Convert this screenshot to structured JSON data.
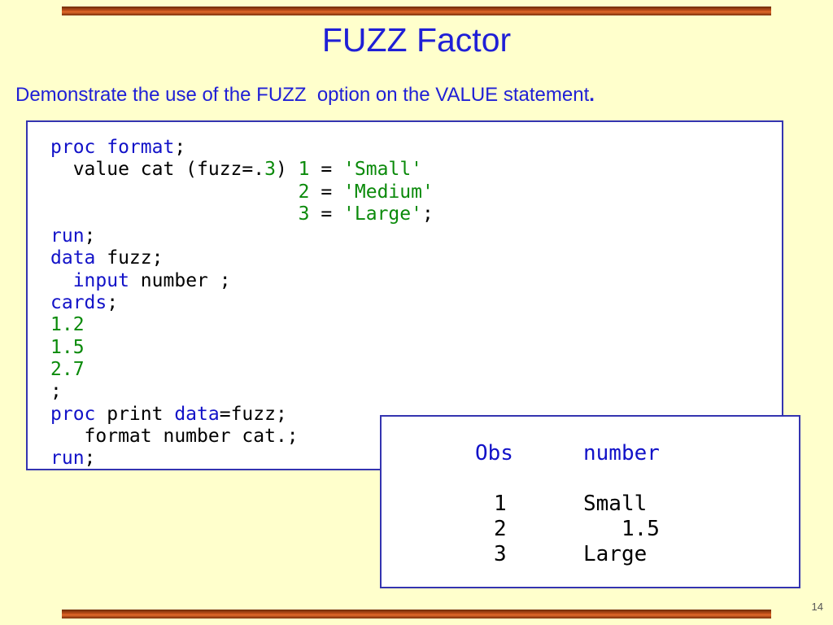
{
  "slide": {
    "title": "FUZZ Factor",
    "subtitle": "Demonstrate the use of the FUZZ  option on the VALUE statement",
    "subtitle_end": ".",
    "page_number": "14"
  },
  "code_lines": [
    [
      {
        "t": "proc format",
        "c": "kw"
      },
      {
        "t": ";",
        "c": "plain"
      }
    ],
    [
      {
        "t": "  value cat (fuzz=.",
        "c": "plain"
      },
      {
        "t": "3",
        "c": "num"
      },
      {
        "t": ") ",
        "c": "plain"
      },
      {
        "t": "1",
        "c": "num"
      },
      {
        "t": " = ",
        "c": "plain"
      },
      {
        "t": "'Small'",
        "c": "str"
      }
    ],
    [
      {
        "t": "                      ",
        "c": "plain"
      },
      {
        "t": "2",
        "c": "num"
      },
      {
        "t": " = ",
        "c": "plain"
      },
      {
        "t": "'Medium'",
        "c": "str"
      }
    ],
    [
      {
        "t": "                      ",
        "c": "plain"
      },
      {
        "t": "3",
        "c": "num"
      },
      {
        "t": " = ",
        "c": "plain"
      },
      {
        "t": "'Large'",
        "c": "str"
      },
      {
        "t": ";",
        "c": "plain"
      }
    ],
    [
      {
        "t": "run",
        "c": "kw"
      },
      {
        "t": ";",
        "c": "plain"
      }
    ],
    [
      {
        "t": "data",
        "c": "kw"
      },
      {
        "t": " fuzz;",
        "c": "plain"
      }
    ],
    [
      {
        "t": "  ",
        "c": "plain"
      },
      {
        "t": "input",
        "c": "kw"
      },
      {
        "t": " number ;",
        "c": "plain"
      }
    ],
    [
      {
        "t": "cards",
        "c": "kw"
      },
      {
        "t": ";",
        "c": "plain"
      }
    ],
    [
      {
        "t": "1.2",
        "c": "num"
      }
    ],
    [
      {
        "t": "1.5",
        "c": "num"
      }
    ],
    [
      {
        "t": "2.7",
        "c": "num"
      }
    ],
    [
      {
        "t": ";",
        "c": "plain"
      }
    ],
    [
      {
        "t": "proc",
        "c": "kw"
      },
      {
        "t": " print ",
        "c": "plain"
      },
      {
        "t": "data",
        "c": "kw"
      },
      {
        "t": "=fuzz;",
        "c": "plain"
      }
    ],
    [
      {
        "t": "   format number cat.;",
        "c": "plain"
      }
    ],
    [
      {
        "t": "run",
        "c": "kw"
      },
      {
        "t": ";",
        "c": "plain"
      }
    ]
  ],
  "output": {
    "headers": {
      "obs": "Obs",
      "number": "number"
    },
    "rows": [
      {
        "obs": "1",
        "number": "Small"
      },
      {
        "obs": "2",
        "number": "   1.5"
      },
      {
        "obs": "3",
        "number": "Large"
      }
    ]
  },
  "colors": {
    "background": "#ffffcc",
    "title_blue": "#1f1fd6",
    "keyword_blue": "#1212c8",
    "literal_green": "#0a8a0a",
    "box_border": "#3434b0"
  }
}
